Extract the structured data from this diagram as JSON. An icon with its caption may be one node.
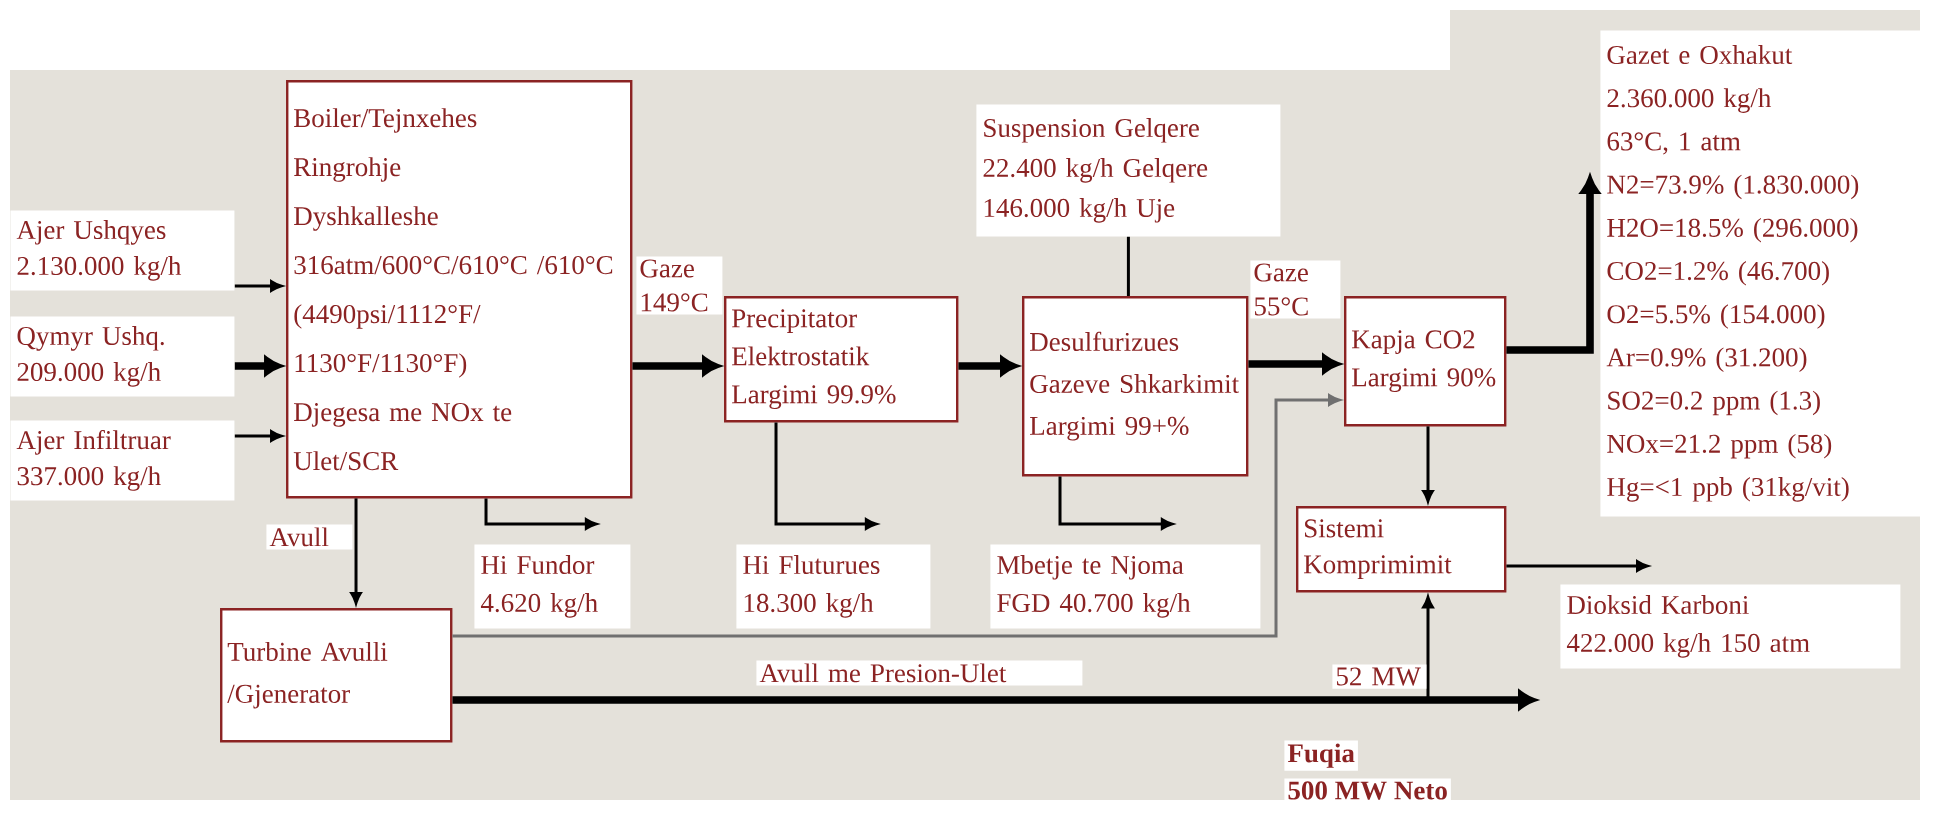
{
  "diagram": {
    "nodes": [
      {
        "text": [
          "Ajer Ushqyes",
          "2.130.000 kg/h"
        ]
      },
      {
        "text": [
          "Qymyr Ushq.",
          "209.000 kg/h"
        ]
      },
      {
        "text": [
          "Ajer Infiltruar",
          "337.000 kg/h"
        ]
      },
      {
        "text": [
          "Boiler/Tejnxehes",
          "Ringrohje",
          "Dyshkalleshe",
          "316atm/600°C/610°C /610°C",
          "(4490psi/1112°F/ 1130°F/1130°F)",
          "Djegesa me NOx te Ulet/SCR"
        ]
      },
      {
        "text": [
          "Precipitator Elektrostatik Largimi 99.9%"
        ]
      },
      {
        "text": [
          "Suspension Gelqere",
          "22.400 kg/h Gelqere",
          "146.000 kg/h Uje"
        ]
      },
      {
        "text": [
          "Desulfurizues Gazeve Shkarkimit Largimi 99+%"
        ]
      },
      {
        "text": [
          "Kapja CO2 Largimi 90%"
        ]
      },
      {
        "text": [
          "Gazet e Oxhakut",
          "2.360.000 kg/h",
          "63°C, 1 atm",
          "N2=73.9% (1.830.000)",
          "H2O=18.5% (296.000)",
          "CO2=1.2% (46.700)",
          "O2=5.5% (154.000)",
          "Ar=0.9% (31.200)",
          "SO2=0.2 ppm (1.3)",
          "NOx=21.2 ppm (58)",
          "Hg=<1 ppb (31kg/vit)"
        ]
      },
      {
        "text": [
          "Sistemi Komprimimit"
        ]
      },
      {
        "text": [
          "Dioksid Karboni",
          "422.000 kg/h 150 atm"
        ]
      },
      {
        "text": [
          "Hi Fundor",
          "4.620 kg/h"
        ]
      },
      {
        "text": [
          "Hi Fluturues",
          "18.300 kg/h"
        ]
      },
      {
        "text": [
          "Mbetje te Njoma",
          "FGD 40.700 kg/h"
        ]
      },
      {
        "text": [
          "Turbine Avulli /Gjenerator"
        ]
      }
    ],
    "edges": [
      {
        "from": 0,
        "to": 3,
        "arrow": "to"
      },
      {
        "from": 1,
        "to": 3,
        "arrow": "to",
        "style": "thick"
      },
      {
        "from": 2,
        "to": 3,
        "arrow": "to"
      },
      {
        "from": 3,
        "to": 4,
        "arrow": "to",
        "style": "thick",
        "label": "Gaze 149°C"
      },
      {
        "from": 4,
        "to": 6,
        "arrow": "to",
        "style": "thick"
      },
      {
        "from": 5,
        "to": 6,
        "arrow": "none"
      },
      {
        "from": 6,
        "to": 7,
        "arrow": "to",
        "style": "thick",
        "label": "Gaze 55°C"
      },
      {
        "from": 7,
        "to": 8,
        "arrow": "to",
        "style": "thick"
      },
      {
        "from": 7,
        "to": 9,
        "arrow": "to"
      },
      {
        "from": 9,
        "to": 10,
        "arrow": "to"
      },
      {
        "from": 3,
        "to": 11,
        "arrow": "to"
      },
      {
        "from": 4,
        "to": 12,
        "arrow": "to"
      },
      {
        "from": 6,
        "to": 13,
        "arrow": "to"
      },
      {
        "from": 3,
        "to": 14,
        "arrow": "to",
        "label": "Avull"
      },
      {
        "from": 14,
        "to": 7,
        "arrow": "to",
        "color": "#707070"
      },
      {
        "from": 14,
        "to": null,
        "arrow": "to",
        "style": "thick",
        "label": "Avull me Presion-Ulet"
      },
      {
        "from": null,
        "to": 9,
        "arrow": "to",
        "label": "52 MW"
      }
    ],
    "labels": [
      "Fuqia",
      "500 MW Neto"
    ]
  }
}
